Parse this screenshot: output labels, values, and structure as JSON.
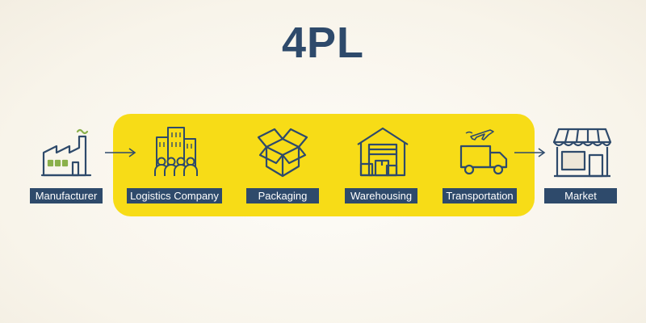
{
  "title": "4PL",
  "stages": {
    "manufacturer": "Manufacturer",
    "logistics": "Logistics Company",
    "packaging": "Packaging",
    "warehousing": "Warehousing",
    "transportation": "Transportation",
    "market": "Market"
  },
  "colors": {
    "navy": "#2e4a6b",
    "yellow": "#f7dc17",
    "background": "#f8f4ea"
  }
}
